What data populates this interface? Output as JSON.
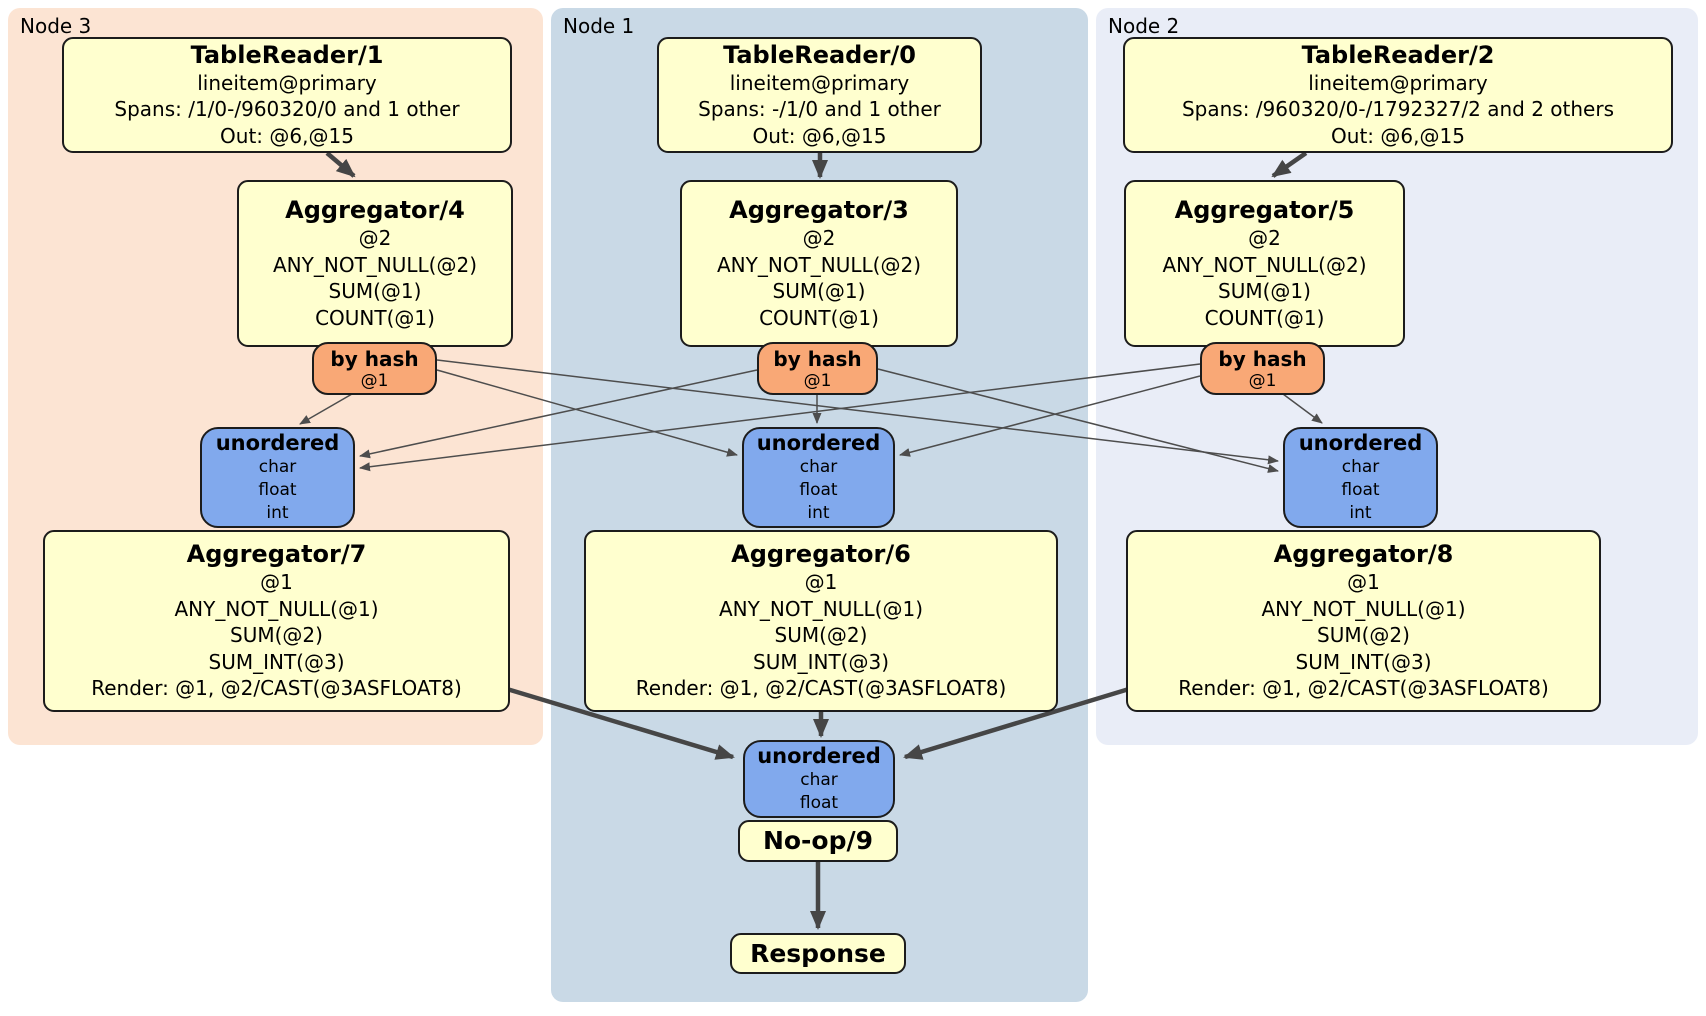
{
  "regions": {
    "node3": {
      "label": "Node 3"
    },
    "node1": {
      "label": "Node 1"
    },
    "node2": {
      "label": "Node 2"
    }
  },
  "boxes": {
    "tr1": {
      "title": "TableReader/1",
      "lines": [
        "lineitem@primary",
        "Spans: /1/0-/960320/0 and 1 other",
        "Out: @6,@15"
      ]
    },
    "tr0": {
      "title": "TableReader/0",
      "lines": [
        "lineitem@primary",
        "Spans: -/1/0 and 1 other",
        "Out: @6,@15"
      ]
    },
    "tr2": {
      "title": "TableReader/2",
      "lines": [
        "lineitem@primary",
        "Spans: /960320/0-/1792327/2 and 2 others",
        "Out: @6,@15"
      ]
    },
    "agg4": {
      "title": "Aggregator/4",
      "lines": [
        "@2",
        "ANY_NOT_NULL(@2)",
        "SUM(@1)",
        "COUNT(@1)"
      ]
    },
    "agg3": {
      "title": "Aggregator/3",
      "lines": [
        "@2",
        "ANY_NOT_NULL(@2)",
        "SUM(@1)",
        "COUNT(@1)"
      ]
    },
    "agg5": {
      "title": "Aggregator/5",
      "lines": [
        "@2",
        "ANY_NOT_NULL(@2)",
        "SUM(@1)",
        "COUNT(@1)"
      ]
    },
    "router4": {
      "title": "by hash",
      "lines": [
        "@1"
      ]
    },
    "router3": {
      "title": "by hash",
      "lines": [
        "@1"
      ]
    },
    "router5": {
      "title": "by hash",
      "lines": [
        "@1"
      ]
    },
    "sync3": {
      "title": "unordered",
      "lines": [
        "char",
        "float",
        "int"
      ]
    },
    "sync1": {
      "title": "unordered",
      "lines": [
        "char",
        "float",
        "int"
      ]
    },
    "sync2": {
      "title": "unordered",
      "lines": [
        "char",
        "float",
        "int"
      ]
    },
    "agg7": {
      "title": "Aggregator/7",
      "lines": [
        "@1",
        "ANY_NOT_NULL(@1)",
        "SUM(@2)",
        "SUM_INT(@3)",
        "Render: @1, @2/CAST(@3ASFLOAT8)"
      ]
    },
    "agg6": {
      "title": "Aggregator/6",
      "lines": [
        "@1",
        "ANY_NOT_NULL(@1)",
        "SUM(@2)",
        "SUM_INT(@3)",
        "Render: @1, @2/CAST(@3ASFLOAT8)"
      ]
    },
    "agg8": {
      "title": "Aggregator/8",
      "lines": [
        "@1",
        "ANY_NOT_NULL(@1)",
        "SUM(@2)",
        "SUM_INT(@3)",
        "Render: @1, @2/CAST(@3ASFLOAT8)"
      ]
    },
    "syncFinal": {
      "title": "unordered",
      "lines": [
        "char",
        "float"
      ]
    },
    "noop": {
      "title": "No-op/9"
    },
    "response": {
      "title": "Response"
    }
  },
  "colors": {
    "node3_bg": "#fce4d3",
    "node1_bg": "#c9d9e6",
    "node2_bg": "#e9edf7",
    "processor_fill": "#ffffcf",
    "router_fill": "#f9a876",
    "sync_fill": "#81a9ed",
    "edge": "#4d4d4d"
  }
}
